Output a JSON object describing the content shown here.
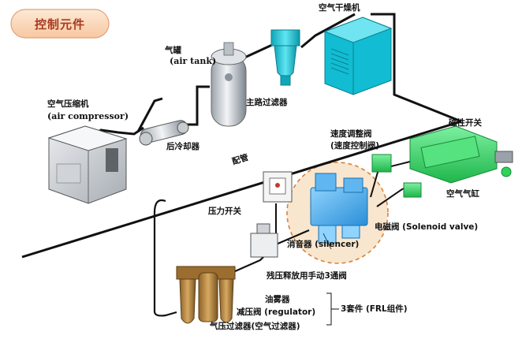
{
  "title": "控制元件",
  "labels": {
    "air_dryer": "空气干燥机",
    "air_tank_cn": "气罐",
    "air_tank_en": "(air tank)",
    "main_filter": "主路过滤器",
    "compressor_cn": "空气压缩机",
    "compressor_en": "(air compressor)",
    "aftercooler": "后冷却器",
    "piping": "配管",
    "speed_valve_1": "速度调整阀",
    "speed_valve_2": "(速度控制阀)",
    "magnetic_switch": "磁性开关",
    "air_cylinder": "空气气缸",
    "pressure_switch": "压力开关",
    "solenoid_valve": "电磁阀 (Solenoid valve)",
    "silencer": "消音器 (silencer)",
    "residual_valve": "残压释放用手动3通阀",
    "lubricator": "油雾器",
    "regulator": "减压阀 (regulator)",
    "air_filter": "气压过滤器(空气过滤器)",
    "frl": "3套件 (FRL组件)"
  },
  "colors": {
    "pipe": "#111111",
    "cyan_component": "#17c6d8",
    "green_component": "#2ed35a",
    "bronze_component": "#b88843",
    "blue_valve": "#3aa7e8",
    "highlight_circle": "#f3d7b6",
    "title_text": "#a83a22"
  }
}
